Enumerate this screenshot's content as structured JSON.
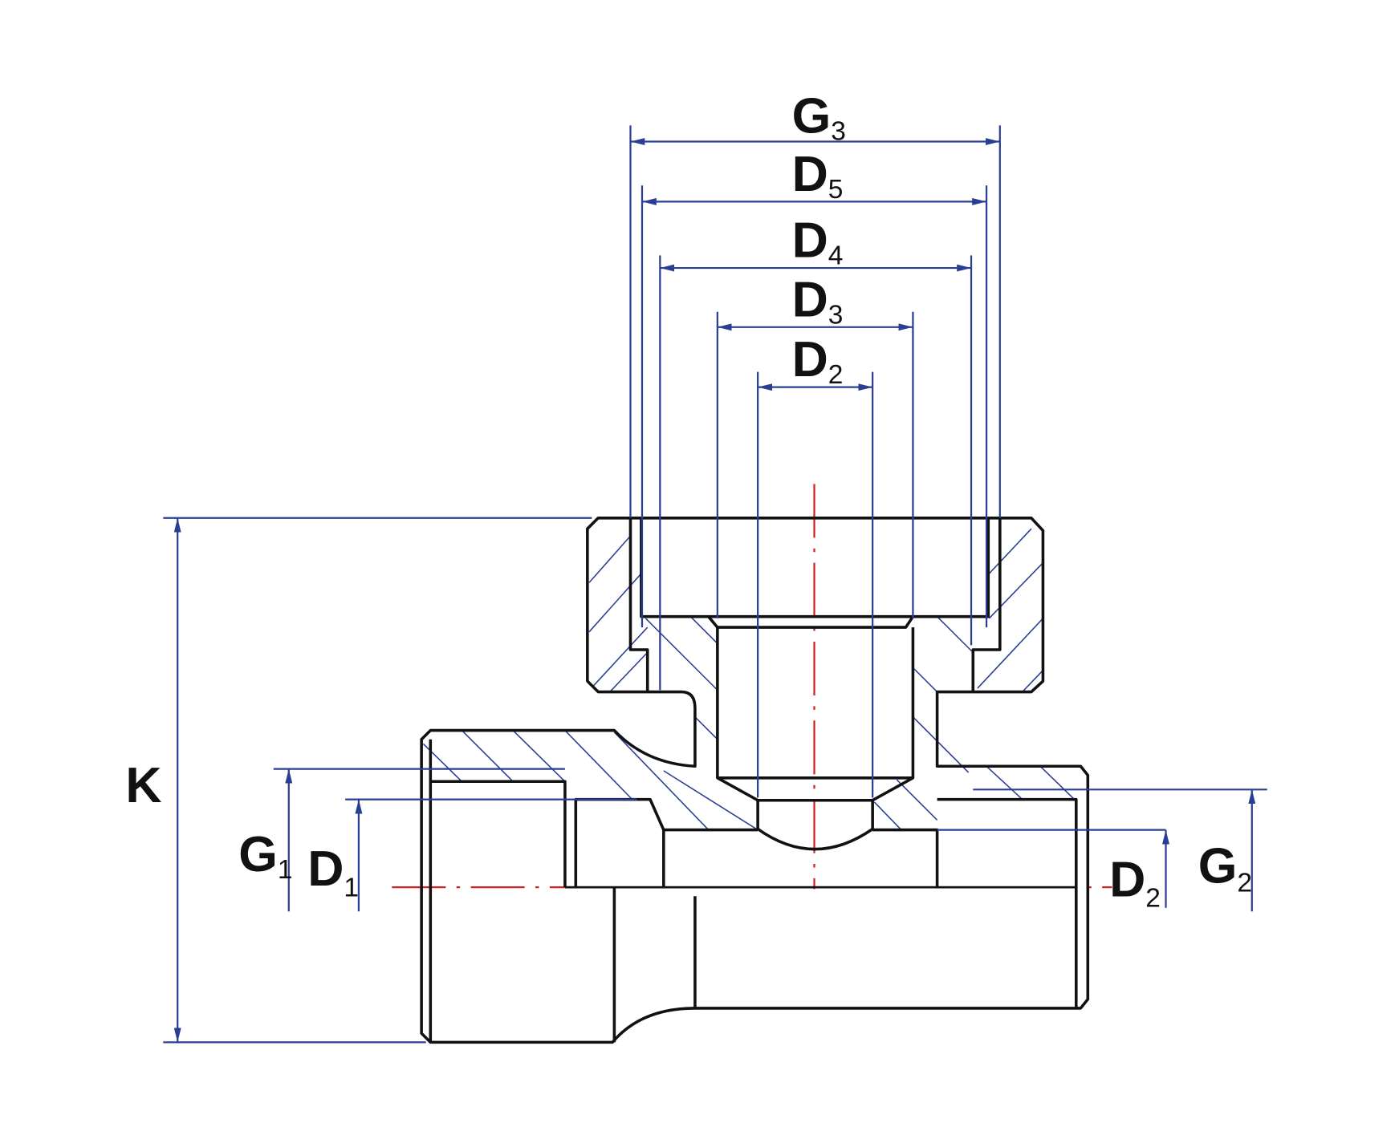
{
  "drawing": {
    "labels": {
      "G3": {
        "main": "G",
        "sub": "3"
      },
      "D5": {
        "main": "D",
        "sub": "5"
      },
      "D4": {
        "main": "D",
        "sub": "4"
      },
      "D3": {
        "main": "D",
        "sub": "3"
      },
      "D2_top": {
        "main": "D",
        "sub": "2"
      },
      "K": {
        "main": "K"
      },
      "G1": {
        "main": "G",
        "sub": "1"
      },
      "D1": {
        "main": "D",
        "sub": "1"
      },
      "D2_side": {
        "main": "D",
        "sub": "2"
      },
      "G2": {
        "main": "G",
        "sub": "2"
      }
    },
    "colors": {
      "dimension": "#2a3f94",
      "outline": "#111111",
      "centerline": "#d42020"
    }
  }
}
